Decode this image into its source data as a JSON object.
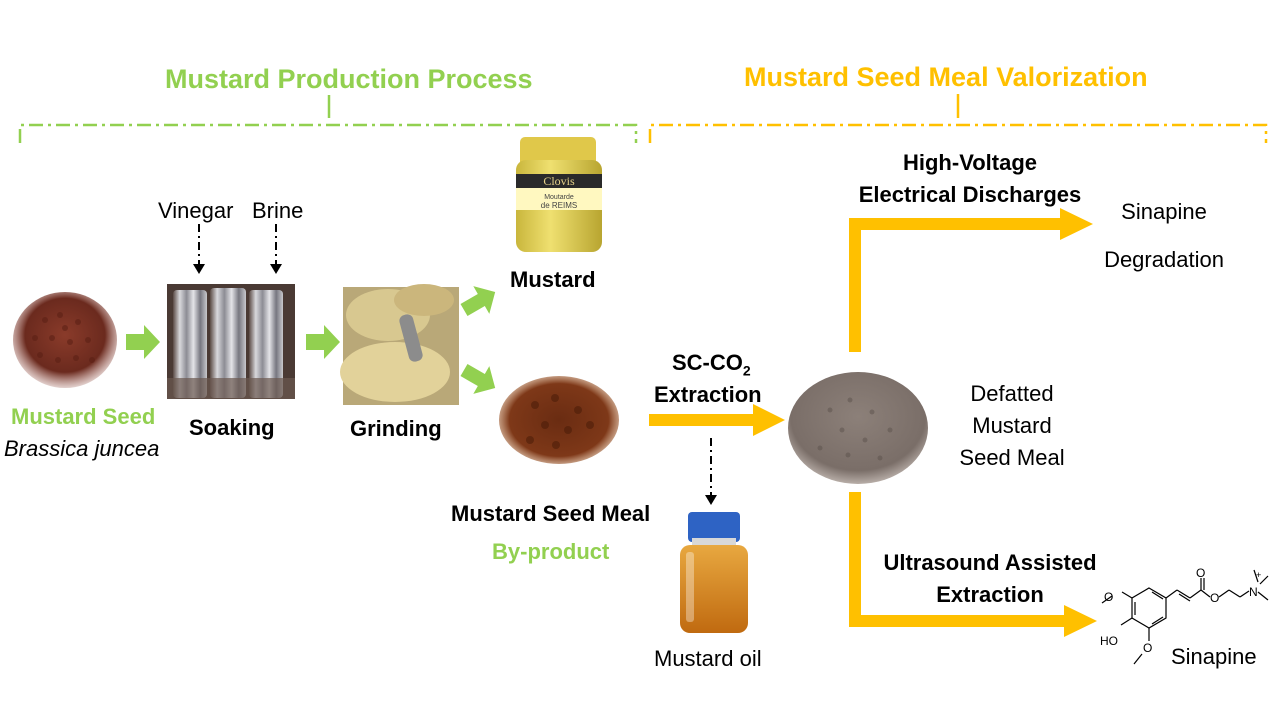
{
  "sections": {
    "production": {
      "title": "Mustard Production Process",
      "color": "#92d050"
    },
    "valorization": {
      "title": "Mustard Seed Meal Valorization",
      "color": "#ffc000"
    }
  },
  "inputs": {
    "vinegar": "Vinegar",
    "brine": "Brine"
  },
  "steps": {
    "seed_name": "Mustard Seed",
    "seed_species": "Brassica juncea",
    "soaking": "Soaking",
    "grinding": "Grinding",
    "mustard": "Mustard",
    "meal": "Mustard Seed Meal",
    "byproduct": "By-product",
    "sc_co2_a": "SC-CO",
    "sc_co2_sub": "2",
    "sc_co2_b": "Extraction",
    "oil": "Mustard oil",
    "defatted_1": "Defatted",
    "defatted_2": "Mustard",
    "defatted_3": "Seed Meal",
    "hved_1": "High-Voltage",
    "hved_2": "Electrical Discharges",
    "sinapine_deg_1": "Sinapine",
    "sinapine_deg_2": "Degradation",
    "uae_1": "Ultrasound Assisted",
    "uae_2": "Extraction",
    "sinapine": "Sinapine"
  },
  "jar": {
    "brand": "Clovis",
    "line1": "Moutarde",
    "line2": "de REIMS"
  },
  "molecule": {
    "methoxy_top": "O",
    "hydroxy": "HO",
    "methoxy_bottom": "O",
    "carbonyl_o": "O",
    "ester_o": "O",
    "nitrogen": "N",
    "charge": "+"
  }
}
